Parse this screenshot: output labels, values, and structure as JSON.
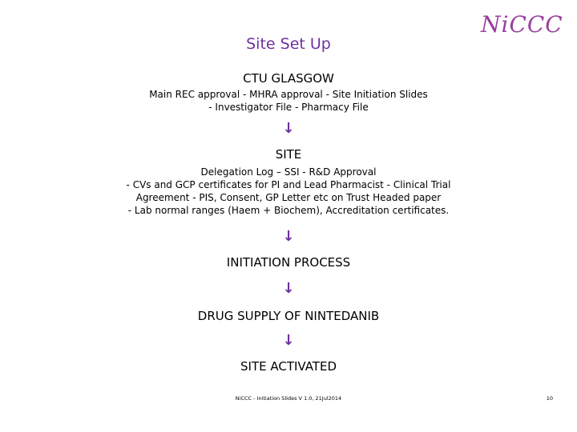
{
  "slide": {
    "title": "Site Set Up",
    "logo": "NiCCC",
    "sections": [
      {
        "heading": "CTU GLASGOW",
        "lines": [
          "Main REC approval  - MHRA approval - Site Initiation Slides",
          "- Investigator File - Pharmacy File"
        ]
      },
      {
        "heading": "SITE",
        "lines": [
          "Delegation Log – SSI - R&D Approval",
          "- CVs and GCP certificates for PI and Lead Pharmacist - Clinical Trial",
          "Agreement - PIS, Consent, GP Letter etc on Trust  Headed paper",
          "- Lab normal ranges (Haem + Biochem), Accreditation certificates."
        ]
      },
      {
        "heading": "INITIATION PROCESS"
      },
      {
        "heading": "DRUG SUPPLY OF NINTEDANIB"
      },
      {
        "heading": "SITE ACTIVATED"
      }
    ],
    "arrow_glyph": "↓",
    "footer": "NiCCC - Initiation Slides V 1.0, 21Jul2014",
    "page_number": "10"
  },
  "colors": {
    "title": "#7030a0",
    "logo": "#9a3fa0",
    "arrow": "#7030a0"
  }
}
